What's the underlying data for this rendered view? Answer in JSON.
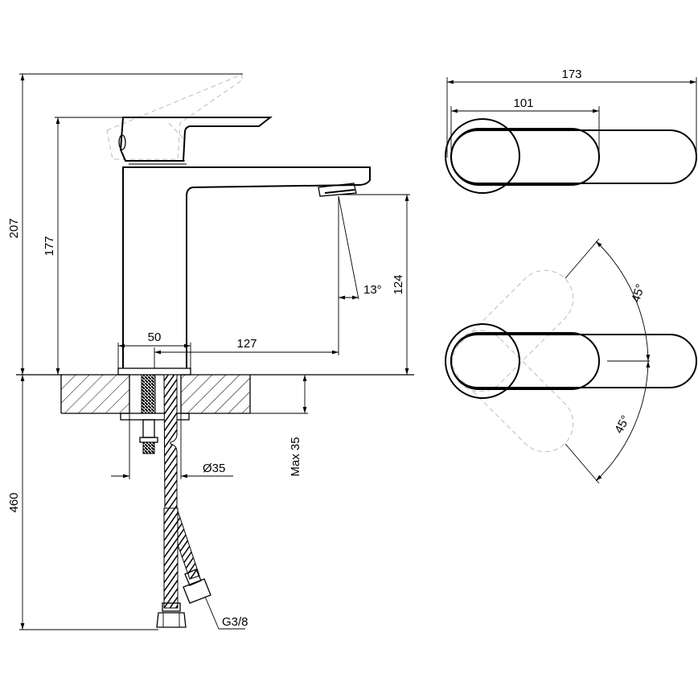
{
  "drawing": {
    "dimensions": {
      "total_height": "207",
      "spout_height": "177",
      "outlet_height": "124",
      "installed_length": "460",
      "base_width": "50",
      "spout_reach": "127",
      "hole_diameter": "Ø35",
      "max_thickness": "Max 35",
      "top_total_length": "173",
      "top_handle_length": "101",
      "jet_angle": "13°",
      "rotation_upper": "45°",
      "rotation_lower": "45°",
      "connection_thread": "G3/8"
    }
  }
}
